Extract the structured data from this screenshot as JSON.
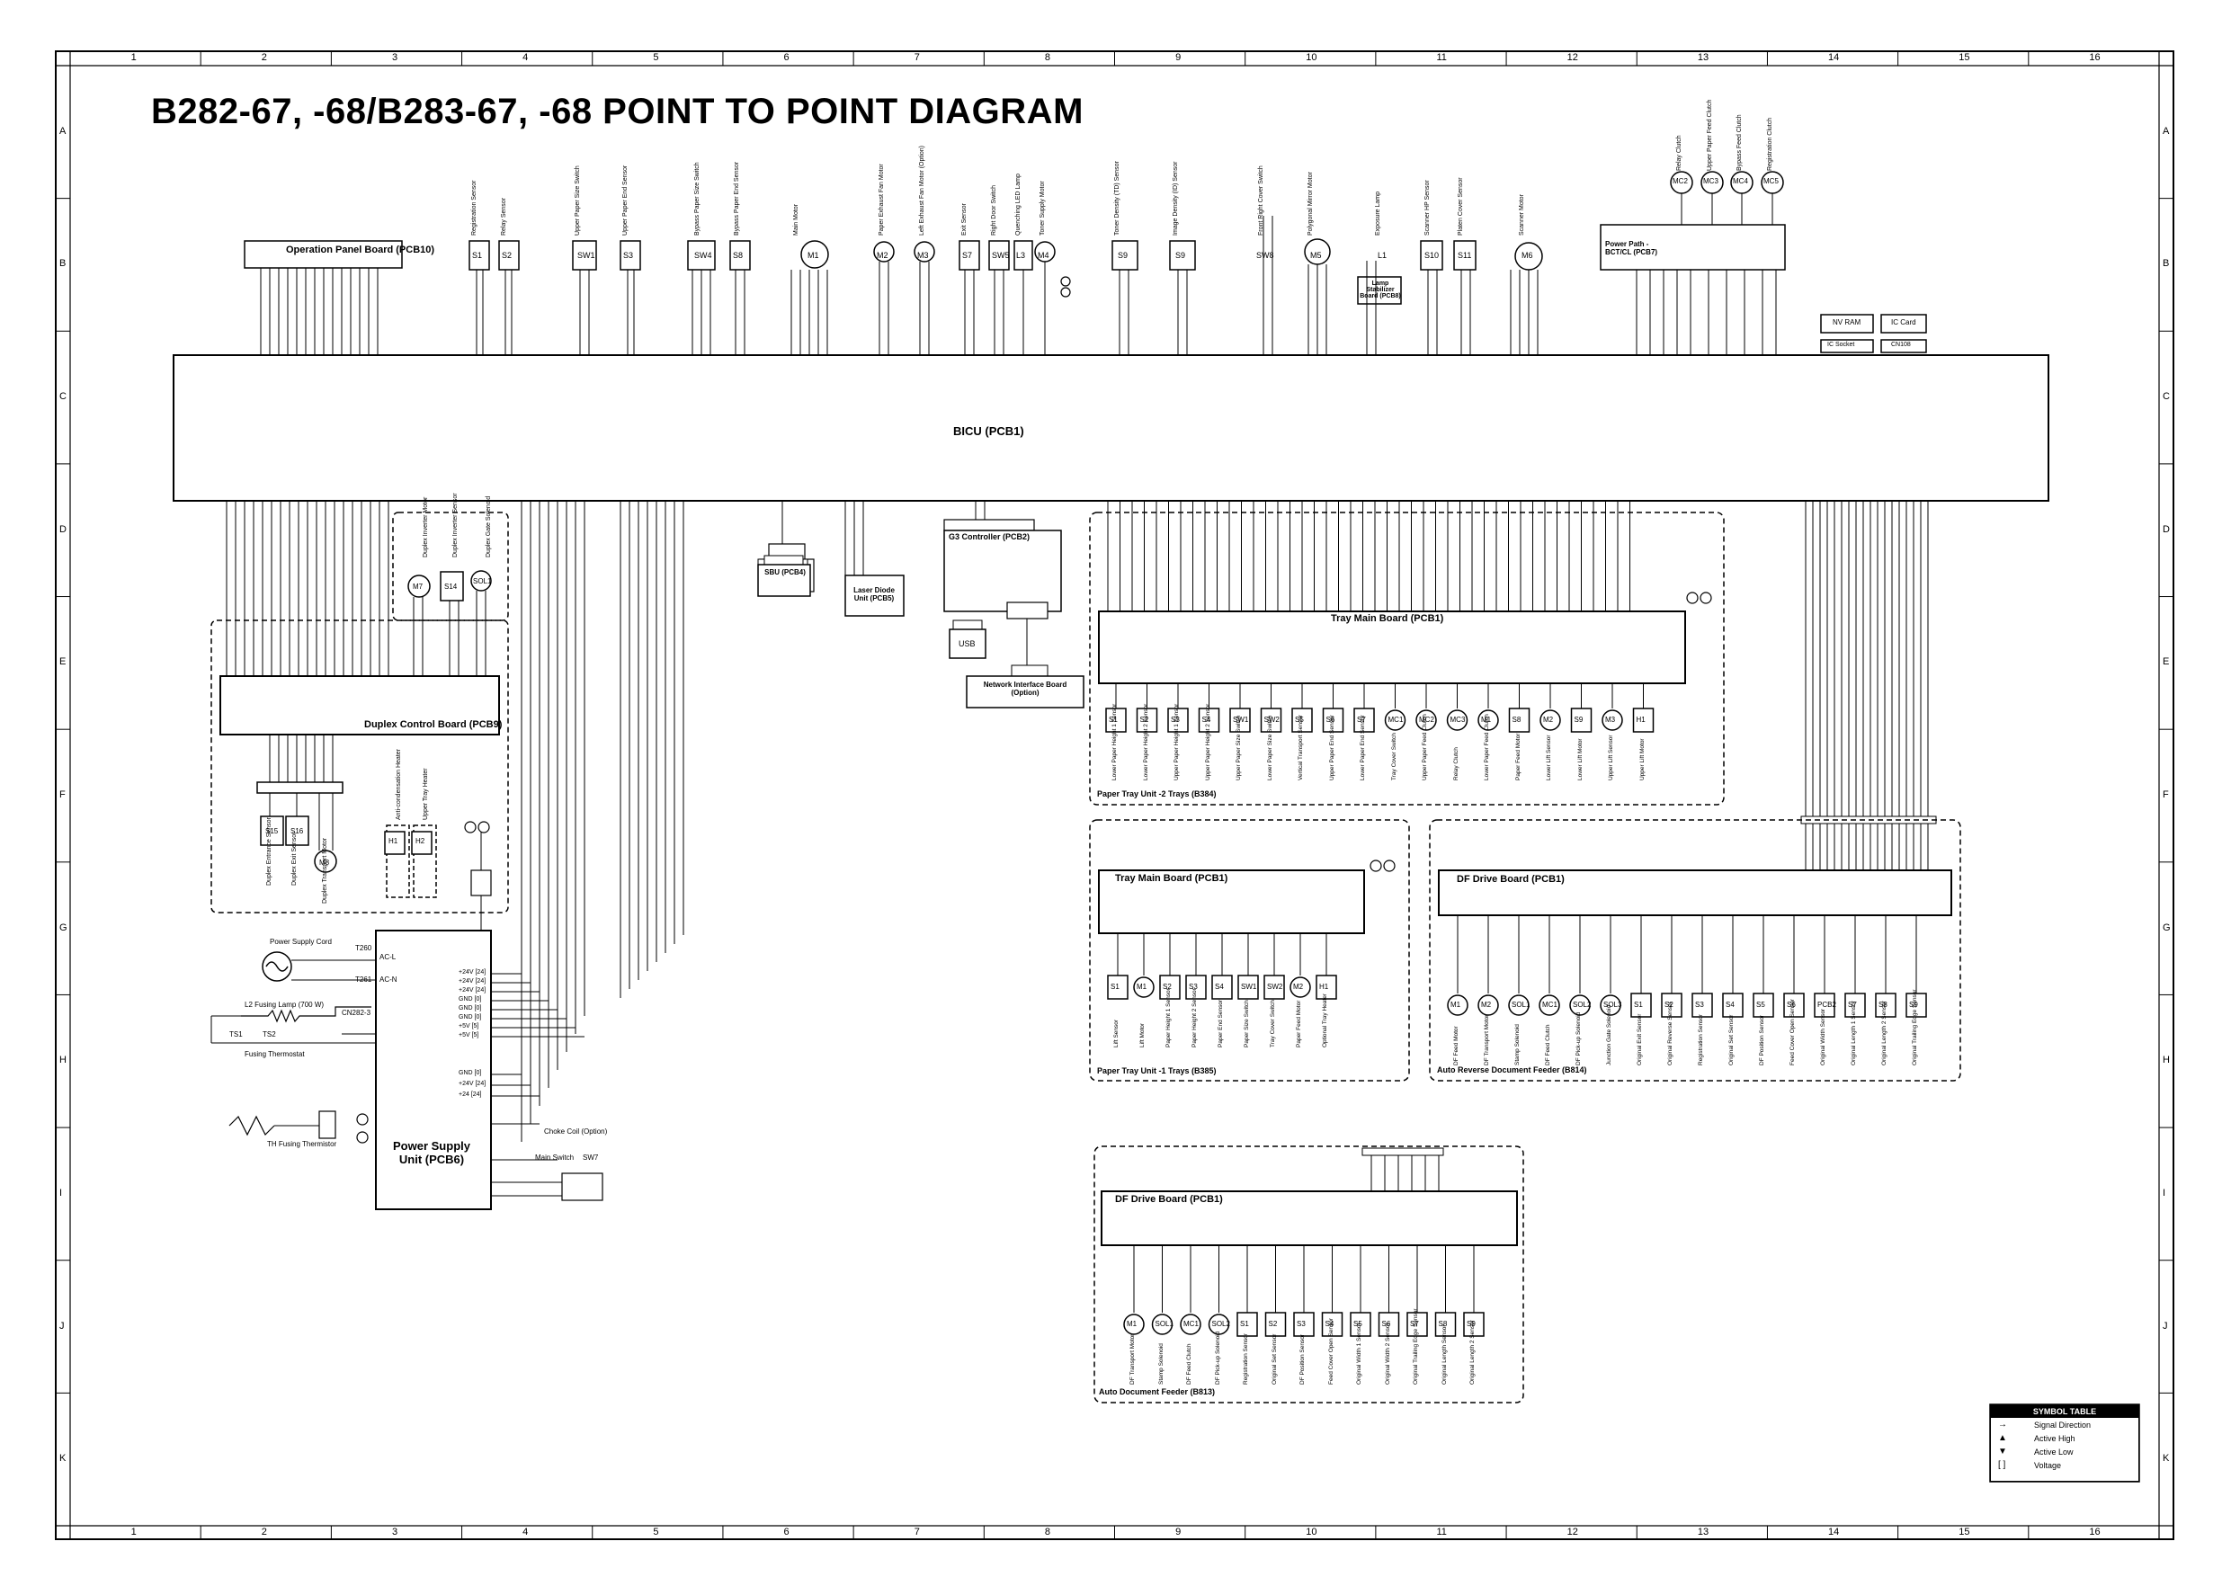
{
  "title": "B282-67, -68/B283-67, -68 POINT TO POINT DIAGRAM",
  "grid": {
    "columns": [
      "1",
      "2",
      "3",
      "4",
      "5",
      "6",
      "7",
      "8",
      "9",
      "10",
      "11",
      "12",
      "13",
      "14",
      "15",
      "16"
    ],
    "rows": [
      "A",
      "B",
      "C",
      "D",
      "E",
      "F",
      "G",
      "H",
      "I",
      "J",
      "K"
    ]
  },
  "boards": {
    "bicu": "BICU (PCB1)",
    "operation_panel": "Operation Panel Board (PCB10)",
    "duplex_control": "Duplex Control Board (PCB9)",
    "power_supply": "Power Supply Unit (PCB6)",
    "g3": "G3 Controller (PCB2)",
    "sbu": "SBU (PCB4)",
    "laser_diode": "Laser Diode Unit (PCB5)",
    "network": "Network Interface Board (Option)",
    "usb": "USB",
    "tray_main_2": "Tray Main Board (PCB1)",
    "tray_main_1": "Tray Main Board (PCB1)",
    "df_drive_arfd": "DF Drive Board (PCB1)",
    "df_drive_adf": "DF Drive Board (PCB1)",
    "lamp_stabilizer": "Lamp Stabilizer Board (PCB8)",
    "power_path": "Power Path - BCT/CL (PCB7)",
    "nv_ram": "NV RAM",
    "ic_card": "IC Card",
    "ic_socket": "IC Socket",
    "cn": "CN108"
  },
  "units": {
    "tray_2": "Paper Tray Unit -2 Trays (B384)",
    "tray_1": "Paper Tray Unit -1 Trays (B385)",
    "arfd": "Auto Reverse Document Feeder (B814)",
    "adf": "Auto Document Feeder (B813)"
  },
  "components": {
    "top": [
      "S1",
      "S2",
      "SW1",
      "S3",
      "SW4",
      "S8",
      "M1",
      "M2",
      "M3",
      "S7",
      "SW5",
      "L3",
      "M4",
      "S9",
      "S9",
      "SW8",
      "M5",
      "L1",
      "S10",
      "S11",
      "M6"
    ],
    "top_right": [
      "MC2",
      "MC3",
      "MC4",
      "MC5"
    ],
    "top_labels": [
      "Registration Sensor",
      "Relay Sensor",
      "Upper Paper Size Switch",
      "Upper Paper End Sensor",
      "Bypass Paper Size Switch",
      "Bypass Paper End Sensor",
      "Main Motor",
      "Paper Exhaust Fan Motor",
      "Left Exhaust Fan Motor (Option)",
      "Exit Sensor",
      "Right Door Switch",
      "Quenching LED Lamp",
      "Toner Supply Motor",
      "Toner Density (TD) Sensor",
      "Image Density (ID) Sensor",
      "Front Right Cover Switch",
      "Polygonal Mirror Motor",
      "Exposure Lamp",
      "Scanner HP Sensor",
      "Platen Cover Sensor",
      "Scanner Motor",
      "Relay Clutch",
      "Upper Paper Feed Clutch",
      "Bypass Feed Clutch",
      "Registration Clutch"
    ],
    "duplex": [
      "M7",
      "S14",
      "SOL1",
      "S15",
      "S16",
      "M8"
    ],
    "duplex_labels": [
      "Duplex Inverter Motor",
      "Duplex Inverter Sensor",
      "Duplex Gate Solenoid",
      "Duplex Entrance Sensor",
      "Duplex Exit Sensor",
      "Duplex Transport Motor"
    ],
    "heaters": [
      "H1",
      "H2"
    ],
    "heater_labels": [
      "Anti-condensation Heater",
      "Upper Tray Heater"
    ],
    "psu": [
      "Power Supply Cord",
      "L2 Fusing Lamp (700 W)",
      "TS1",
      "TS2",
      "Fusing Thermostat",
      "TH Fusing Thermistor",
      "Choke Coil (Option)",
      "Main Switch",
      "SW7"
    ],
    "tray2": [
      "S1",
      "S2",
      "S3",
      "S4",
      "SW1",
      "SW2",
      "S5",
      "S6",
      "S7",
      "MC1",
      "MC2",
      "MC3",
      "M1",
      "S8",
      "M2",
      "S9",
      "M3",
      "H1"
    ],
    "tray2_labels": [
      "Lower Paper Height 1 Sensor",
      "Lower Paper Height 2 Sensor",
      "Upper Paper Height 1 Sensor",
      "Upper Paper Height 2 Sensor",
      "Upper Paper Size Switch",
      "Lower Paper Size Switch",
      "Vertical Transport Sensor",
      "Upper Paper End Sensor",
      "Lower Paper End Sensor",
      "Tray Cover Switch",
      "Upper Paper Feed Clutch",
      "Relay Clutch",
      "Lower Paper Feed Clutch",
      "Paper Feed Motor",
      "Lower Lift Sensor",
      "Lower Lift Motor",
      "Upper Lift Sensor",
      "Upper Lift Motor",
      "Optional Tray Heater"
    ],
    "tray1": [
      "S1",
      "M1",
      "S2",
      "S3",
      "S4",
      "SW1",
      "SW2",
      "M2",
      "H1"
    ],
    "tray1_labels": [
      "Lift Sensor",
      "Lift Motor",
      "Paper Height 1 Sensor",
      "Paper Height 2 Sensor",
      "Paper End Sensor",
      "Paper Size Switch",
      "Tray Cover Switch",
      "Paper Feed Motor",
      "Optional Tray Heater"
    ],
    "arfd": [
      "M1",
      "M2",
      "SOL1",
      "MC1",
      "SOL2",
      "SOL3",
      "S1",
      "S2",
      "S3",
      "S4",
      "S5",
      "S6",
      "PCB2",
      "S7",
      "S8",
      "S9"
    ],
    "arfd_labels": [
      "DF Feed Motor",
      "DF Transport Motor",
      "Stamp Solenoid",
      "DF Feed Clutch",
      "DF Pick-up Solenoid",
      "Junction Gate Solenoid",
      "Original Exit Sensor",
      "Original Reverse Sensor",
      "Registration Sensor",
      "Original Set Sensor",
      "DF Position Sensor",
      "Feed Cover Open Sensor",
      "Original Width Sensor",
      "Original Length 1 Sensor",
      "Original Length 2 Sensor",
      "Original Trailing Edge Sensor"
    ],
    "adf": [
      "M1",
      "SOL1",
      "MC1",
      "SOL2",
      "S1",
      "S2",
      "S3",
      "S4",
      "S5",
      "S6",
      "S7",
      "S8",
      "S9"
    ],
    "adf_labels": [
      "DF Transport Motor",
      "Stamp Solenoid",
      "DF Feed Clutch",
      "DF Pick-up Solenoid",
      "Registration Sensor",
      "Original Set Sensor",
      "DF Position Sensor",
      "Feed Cover Open Sensor",
      "Original Width 1 Sensor",
      "Original Width 2 Sensor",
      "Original Trailing Edge Sensor",
      "Original Length Sensor",
      "Original Length 2 Sensor"
    ]
  },
  "psu_outputs": [
    "+24V [24]",
    "+24V [24]",
    "+24V [24]",
    "GND [0]",
    "GND [0]",
    "GND [0]",
    "+5V [5]",
    "+5V [5]",
    "GND [0]",
    "+24V [24]",
    "+24 [24]"
  ],
  "psu_inputs": [
    "AC-L",
    "AC-N",
    "T260",
    "T261",
    "CN282-3"
  ],
  "symbol_table": {
    "header": "SYMBOL TABLE",
    "rows": [
      {
        "symbol": "→",
        "meaning": "Signal Direction"
      },
      {
        "symbol": "▲",
        "meaning": "Active High"
      },
      {
        "symbol": "▼",
        "meaning": "Active Low"
      },
      {
        "symbol": "[  ]",
        "meaning": "Voltage"
      }
    ]
  }
}
